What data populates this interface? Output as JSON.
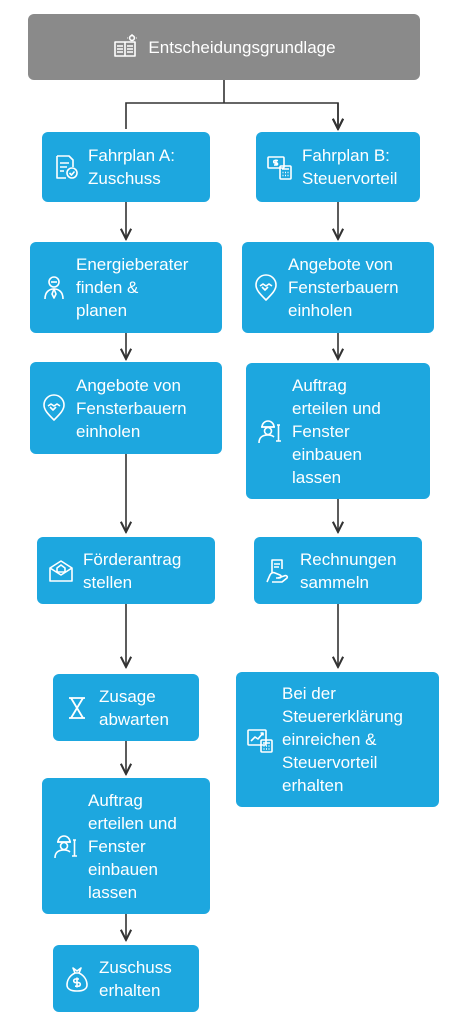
{
  "root": {
    "label": "Entscheidungsgrundlage",
    "icon": "book-idea-icon"
  },
  "plan_a": {
    "steps": [
      {
        "label": "Fahrplan A:\nZuschuss",
        "icon": "document-check-icon"
      },
      {
        "label": "Energieberater\nfinden &\nplanen",
        "icon": "consultant-icon"
      },
      {
        "label": "Angebote von\nFensterbauern\neinholen",
        "icon": "handshake-icon"
      },
      {
        "label": "Förderantrag\nstellen",
        "icon": "envelope-house-icon"
      },
      {
        "label": "Zusage\nabwarten",
        "icon": "hourglass-icon"
      },
      {
        "label": "Auftrag\nerteilen und\nFenster\neinbauen\nlassen",
        "icon": "worker-icon"
      },
      {
        "label": "Zuschuss\nerhalten",
        "icon": "money-bag-icon"
      }
    ]
  },
  "plan_b": {
    "steps": [
      {
        "label": "Fahrplan B:\nSteuervorteil",
        "icon": "calculator-money-icon"
      },
      {
        "label": "Angebote von\nFensterbauern\neinholen",
        "icon": "handshake-icon"
      },
      {
        "label": "Auftrag\nerteilen und\nFenster\neinbauen\nlassen",
        "icon": "worker-icon"
      },
      {
        "label": "Rechnungen\nsammeln",
        "icon": "receipts-hand-icon"
      },
      {
        "label": "Bei der\nSteuererklärung\neinreichen &\nSteuervorteil\nerhalten",
        "icon": "tax-chart-icon"
      }
    ]
  },
  "colors": {
    "node": "#1da7df",
    "root": "#8a8a8a",
    "connector": "#333333"
  }
}
